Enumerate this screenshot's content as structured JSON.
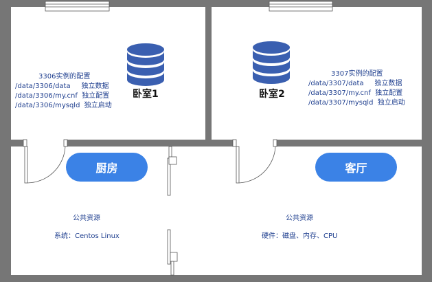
{
  "rooms": {
    "bedroom1": {
      "title": "卧室1",
      "config_lines": [
        "3306实例的配置",
        "/data/3306/data     独立数据",
        "/data/3306/my.cnf  独立配置",
        "/data/3306/mysqld  独立启动"
      ]
    },
    "bedroom2": {
      "title": "卧室2",
      "config_lines": [
        "3307实例的配置",
        "/data/3307/data     独立数据",
        "/data/3307/my.cnf  独立配置",
        "/data/3307/mysqld  独立启动"
      ]
    },
    "kitchen": {
      "label": "厨房",
      "heading": "公共资源",
      "detail": "系统：Centos Linux"
    },
    "living": {
      "label": "客厅",
      "heading": "公共资源",
      "detail": "硬件：磁盘、内存、CPU"
    }
  },
  "colors": {
    "wall": "#767676",
    "database": "#3a5fb0",
    "pill": "#3b82e6",
    "text": "#1f3f8f"
  },
  "icons": [
    "database-icon",
    "database-icon",
    "door-icon",
    "door-icon",
    "window-icon",
    "window-icon"
  ]
}
